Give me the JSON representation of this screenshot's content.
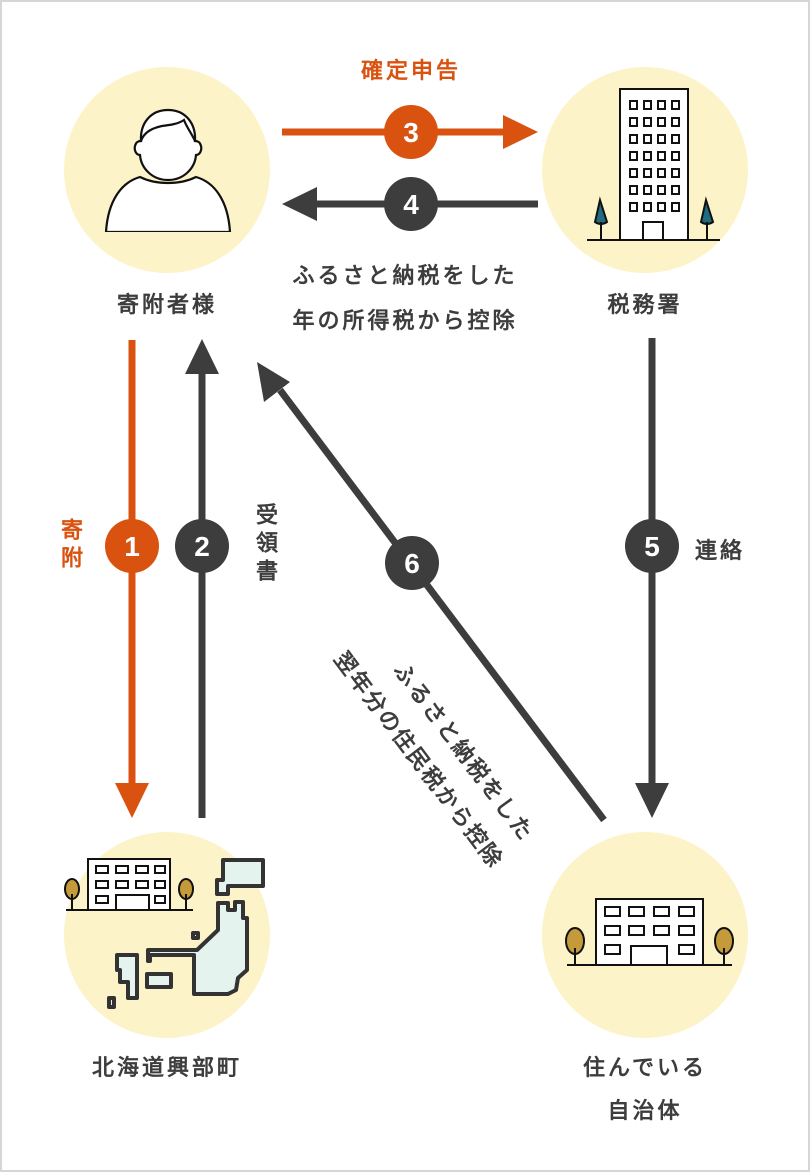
{
  "colors": {
    "accent": "#d9520f",
    "dark": "#3d3d3d",
    "circle_bg": "#fdf3c8",
    "tree_blue": "#1f6b80",
    "tree_gold": "#c49a3a",
    "map_fill": "#e4f3ee"
  },
  "nodes": {
    "donor": {
      "label": "寄附者様",
      "icon": "person-icon"
    },
    "tax_office": {
      "label": "税務署",
      "icon": "office-tower-icon"
    },
    "okoppe": {
      "label": "北海道興部町",
      "icon": "town-hall-japan-map-icon"
    },
    "residence": {
      "label_line1": "住んでいる",
      "label_line2": "自治体",
      "icon": "municipal-building-icon"
    }
  },
  "steps": [
    {
      "num": "1",
      "label": "寄附",
      "color": "accent"
    },
    {
      "num": "2",
      "label": "受領書",
      "color": "dark"
    },
    {
      "num": "3",
      "label": "確定申告",
      "color": "accent"
    },
    {
      "num": "4",
      "label_line1": "ふるさと納税をした",
      "label_line2": "年の所得税から控除",
      "color": "dark"
    },
    {
      "num": "5",
      "label": "連絡",
      "color": "dark"
    },
    {
      "num": "6",
      "label_line1": "ふるさと納税をした",
      "label_line2": "翌年分の住民税から控除",
      "color": "dark"
    }
  ]
}
